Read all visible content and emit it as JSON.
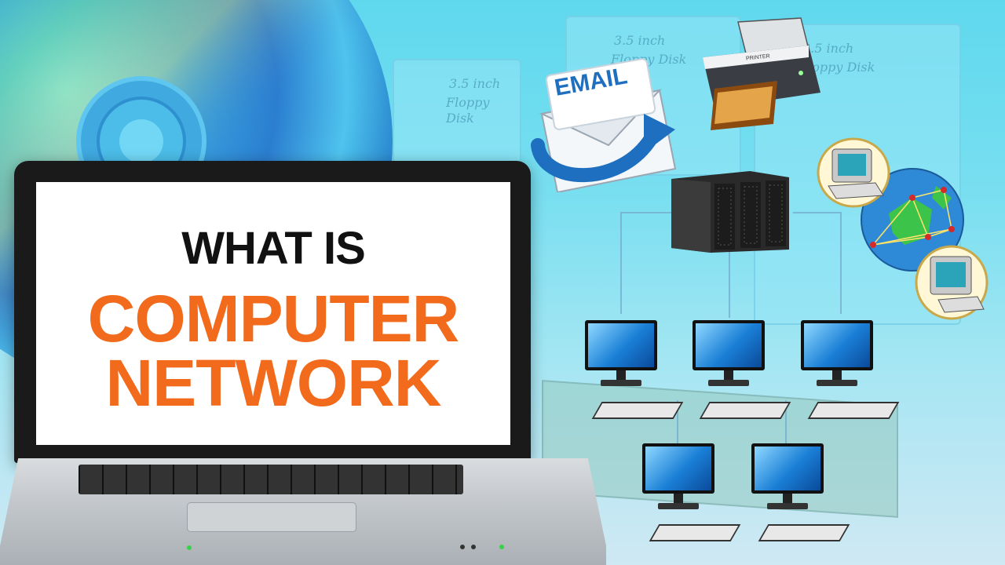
{
  "headline": {
    "line1": "WHAT IS",
    "line2": "COMPUTER",
    "line3": "NETWORK"
  },
  "email_icon": {
    "label": "EMAIL"
  },
  "printer": {
    "brand": "PRINTER"
  },
  "floppy_label": {
    "line1": "3.5 inch",
    "line2": "Floppy Disk"
  },
  "colors": {
    "headline_black": "#111111",
    "headline_orange": "#f26a1b",
    "background": "#6fdcef",
    "email_blue": "#1e6fc0"
  },
  "icons": [
    "cd-disc-icon",
    "email-envelope-icon",
    "printer-icon",
    "server-icon",
    "globe-network-icon",
    "retro-computer-icon",
    "desktop-monitor-icon",
    "laptop-icon"
  ]
}
